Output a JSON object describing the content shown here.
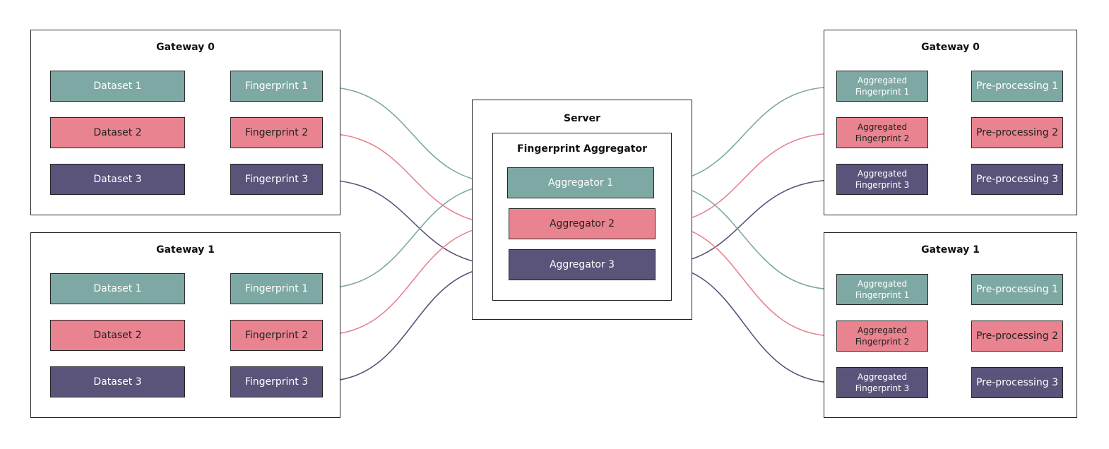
{
  "colors": {
    "teal": "#7ea8a3",
    "pink": "#e8838f",
    "purple": "#5a537a",
    "border": "#222222",
    "arrow_teal_dark": "#3f8f86"
  },
  "left_gateways": [
    {
      "title": "Gateway 0",
      "rows": [
        {
          "dataset": "Dataset 1",
          "fingerprint": "Fingerprint 1"
        },
        {
          "dataset": "Dataset 2",
          "fingerprint": "Fingerprint 2"
        },
        {
          "dataset": "Dataset 3",
          "fingerprint": "Fingerprint 3"
        }
      ]
    },
    {
      "title": "Gateway 1",
      "rows": [
        {
          "dataset": "Dataset 1",
          "fingerprint": "Fingerprint 1"
        },
        {
          "dataset": "Dataset 2",
          "fingerprint": "Fingerprint 2"
        },
        {
          "dataset": "Dataset 3",
          "fingerprint": "Fingerprint 3"
        }
      ]
    }
  ],
  "server": {
    "title": "Server",
    "aggregator_group": "Fingerprint Aggregator",
    "aggregators": [
      "Aggregator 1",
      "Aggregator 2",
      "Aggregator 3"
    ]
  },
  "right_gateways": [
    {
      "title": "Gateway 0",
      "rows": [
        {
          "aggregated_line1": "Aggregated",
          "aggregated_line2": "Fingerprint 1",
          "preprocessing": "Pre-processing 1"
        },
        {
          "aggregated_line1": "Aggregated",
          "aggregated_line2": "Fingerprint 2",
          "preprocessing": "Pre-processing 2"
        },
        {
          "aggregated_line1": "Aggregated",
          "aggregated_line2": "Fingerprint 3",
          "preprocessing": "Pre-processing 3"
        }
      ]
    },
    {
      "title": "Gateway 1",
      "rows": [
        {
          "aggregated_line1": "Aggregated",
          "aggregated_line2": "Fingerprint 1",
          "preprocessing": "Pre-processing 1"
        },
        {
          "aggregated_line1": "Aggregated",
          "aggregated_line2": "Fingerprint 2",
          "preprocessing": "Pre-processing 2"
        },
        {
          "aggregated_line1": "Aggregated",
          "aggregated_line2": "Fingerprint 3",
          "preprocessing": "Pre-processing 3"
        }
      ]
    }
  ]
}
